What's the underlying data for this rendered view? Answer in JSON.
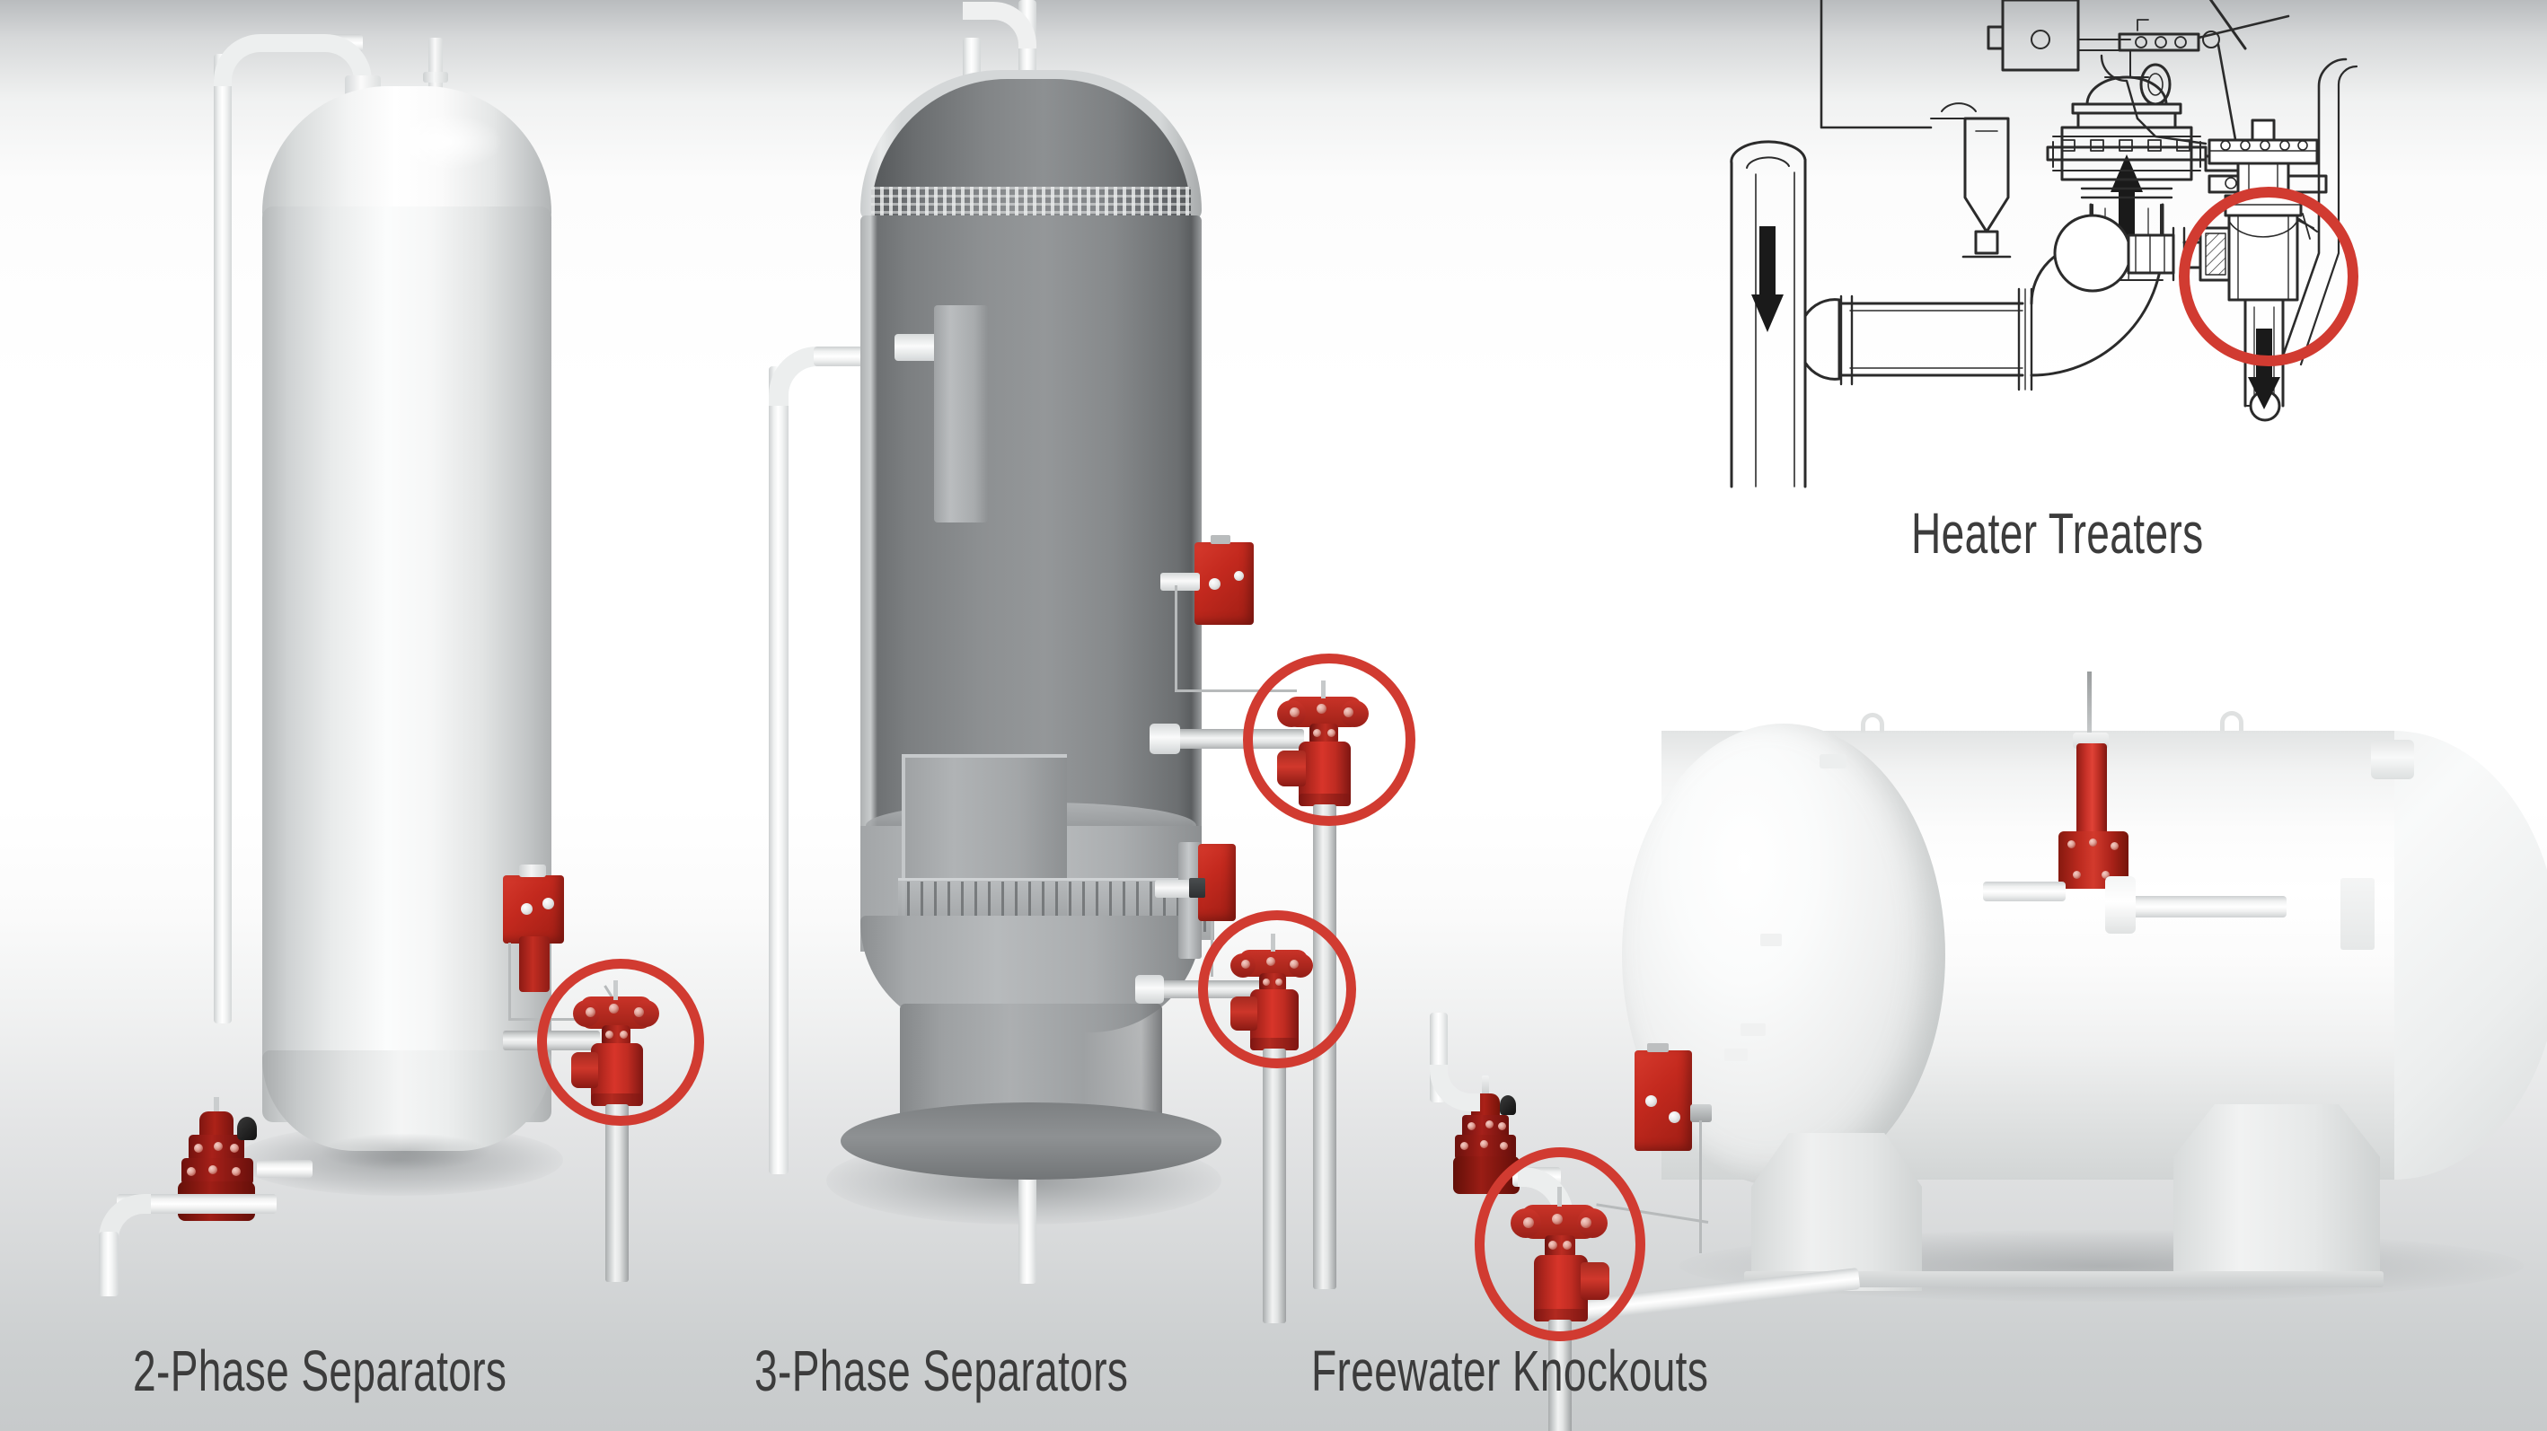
{
  "scene": {
    "title": "Oil and Gas Production Separation Equipment",
    "background_gradient": [
      "#b9bcbe",
      "#ffffff",
      "#c7cacb"
    ],
    "highlight_color": "#d13b31",
    "valve_red": "#c42c21",
    "label_color": "#3c3c3c"
  },
  "labels": {
    "two_phase": "2-Phase Separators",
    "three_phase": "3-Phase Separators",
    "heater_treaters": "Heater Treaters",
    "freewater": "Freewater Knockouts"
  },
  "panels": [
    {
      "id": "two-phase-separator",
      "label": "2-Phase Separators",
      "vessel_type": "vertical-white-cylinder",
      "vessel_color": "#f2f3f3",
      "highlighted_components": 1,
      "components": [
        {
          "name": "dump-valve",
          "color": "#c42c21",
          "circled": true
        },
        {
          "name": "liquid-level-controller",
          "color": "#c42c21",
          "circled": false
        },
        {
          "name": "pressure-regulator-valve",
          "color": "#8e1b15",
          "circled": false
        },
        {
          "name": "relief-piping",
          "color": "#eceeee",
          "circled": false
        },
        {
          "name": "gas-outlet-nozzle",
          "color": "#e9eaea",
          "circled": false
        }
      ]
    },
    {
      "id": "three-phase-separator",
      "label": "3-Phase Separators",
      "vessel_type": "vertical-gray-cutaway",
      "vessel_color": "#8f9294",
      "highlighted_components": 2,
      "internals": [
        "mist-extractor-mesh",
        "inlet-diverter",
        "weir-plate",
        "liquid-level-interface",
        "downcomer"
      ],
      "components": [
        {
          "name": "oil-dump-valve",
          "color": "#c42c21",
          "circled": true
        },
        {
          "name": "water-dump-valve",
          "color": "#b82a20",
          "circled": true
        },
        {
          "name": "oil-level-controller",
          "color": "#c42c21",
          "circled": false
        },
        {
          "name": "interface-level-controller",
          "color": "#c42c21",
          "circled": false
        },
        {
          "name": "bottom-drain-valve",
          "color": "#b5281f",
          "circled": false
        }
      ]
    },
    {
      "id": "heater-treater",
      "label": "Heater Treaters",
      "vessel_type": "line-drawing-schematic",
      "highlighted_components": 1,
      "flow_arrows": [
        "down",
        "up",
        "down"
      ],
      "components": [
        {
          "name": "dump-valve",
          "color": "#d13b31",
          "circled": true
        },
        {
          "name": "pneumatic-diaphragm-actuator",
          "color": "#333333",
          "circled": false
        },
        {
          "name": "level-controller-linkage",
          "color": "#333333",
          "circled": false
        },
        {
          "name": "drain-pot",
          "color": "#333333",
          "circled": false
        }
      ]
    },
    {
      "id": "freewater-knockout",
      "label": "Freewater Knockouts",
      "vessel_type": "horizontal-white-cylinder",
      "vessel_color": "#f4f5f5",
      "highlighted_components": 1,
      "components": [
        {
          "name": "water-dump-valve",
          "color": "#c42c21",
          "circled": true
        },
        {
          "name": "level-controller",
          "color": "#c42c21",
          "circled": false
        },
        {
          "name": "top-mounted-gate-valve",
          "color": "#c8322a",
          "circled": false
        },
        {
          "name": "saddle-support",
          "color": "#e4e6e6",
          "circled": false
        },
        {
          "name": "lifting-lug",
          "color": "#eceeee",
          "circled": false
        }
      ]
    }
  ]
}
